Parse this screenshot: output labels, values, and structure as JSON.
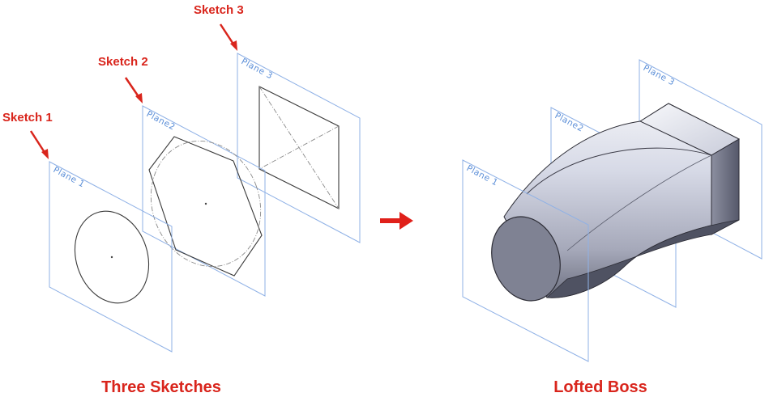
{
  "left_group": {
    "caption": "Three Sketches",
    "callouts": [
      {
        "label": "Sketch 1",
        "plane_name": "Plane 1"
      },
      {
        "label": "Sketch 2",
        "plane_name": "Plane2"
      },
      {
        "label": "Sketch 3",
        "plane_name": "Plane 3"
      }
    ]
  },
  "right_group": {
    "caption": "Lofted Boss",
    "planes": [
      "Plane 1",
      "Plane2",
      "Plane 3"
    ]
  },
  "colors": {
    "label_red": "#d9251c",
    "plane_blue": "#8fb1e6",
    "sketch_gray": "#3a3a3a"
  },
  "icons": [
    "callout-arrow",
    "transition-arrow"
  ]
}
